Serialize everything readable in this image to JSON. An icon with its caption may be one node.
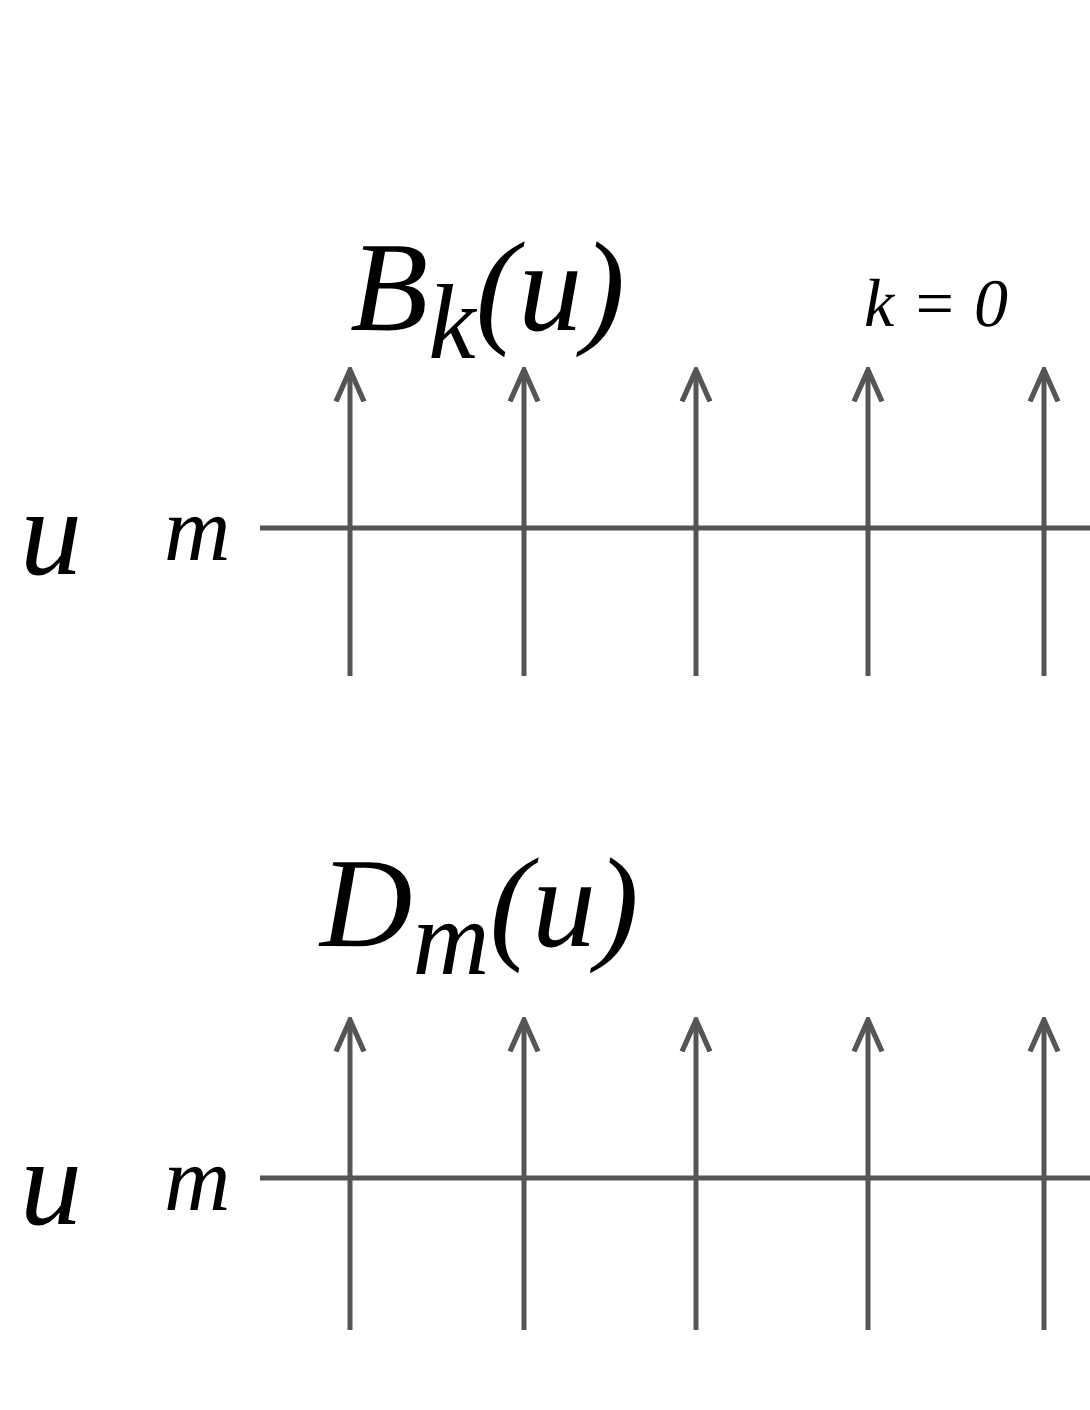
{
  "diagram": {
    "labels": [
      "B$_{k}$(u)",
      "k = 0",
      "u",
      "m",
      "D$_{m}$(u)",
      "u",
      "m"
    ]
  }
}
